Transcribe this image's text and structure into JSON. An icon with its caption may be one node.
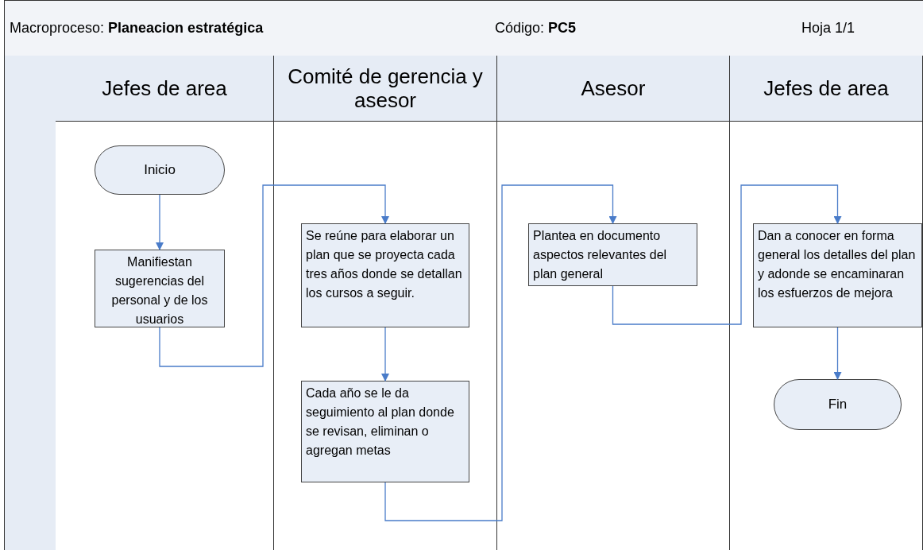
{
  "diagram": {
    "nodes": [
      {
        "text": [
          "Jefes de area"
        ]
      },
      {
        "text": [
          "Comité de gerencia y asesor"
        ]
      },
      {
        "text": [
          "Asesor"
        ]
      },
      {
        "text": [
          "Jefes de area"
        ]
      },
      {
        "text": [
          "Inicio"
        ],
        "in": 0
      },
      {
        "text": [
          "Manifiestan sugerencias del personal y de los usuarios"
        ],
        "in": 0
      },
      {
        "text": [
          "Se reúne para elaborar un plan que se proyecta cada tres años donde se detallan los cursos a seguir."
        ],
        "in": 1
      },
      {
        "text": [
          "Cada año se le da seguimiento al plan donde se revisan, eliminan o agregan metas"
        ],
        "in": 1
      },
      {
        "text": [
          "Plantea en documento aspectos relevantes del plan general"
        ],
        "in": 2
      },
      {
        "text": [
          "Dan a conocer en forma general los detalles del plan y adonde se encaminaran los esfuerzos de mejora"
        ],
        "in": 3
      },
      {
        "text": [
          "Fin"
        ],
        "in": 3
      }
    ],
    "edges": [
      {
        "from": 4,
        "to": 5,
        "arrow": "to"
      },
      {
        "from": 5,
        "to": 6,
        "arrow": "to"
      },
      {
        "from": 6,
        "to": 7,
        "arrow": "to"
      },
      {
        "from": 7,
        "to": 8,
        "arrow": "to"
      },
      {
        "from": 8,
        "to": 9,
        "arrow": "to"
      },
      {
        "from": 9,
        "to": 10,
        "arrow": "to"
      }
    ],
    "labels": [
      "Macroproceso: **Planeacion estratégica**",
      "Código: **PC5**",
      "Hoja 1/1"
    ]
  }
}
